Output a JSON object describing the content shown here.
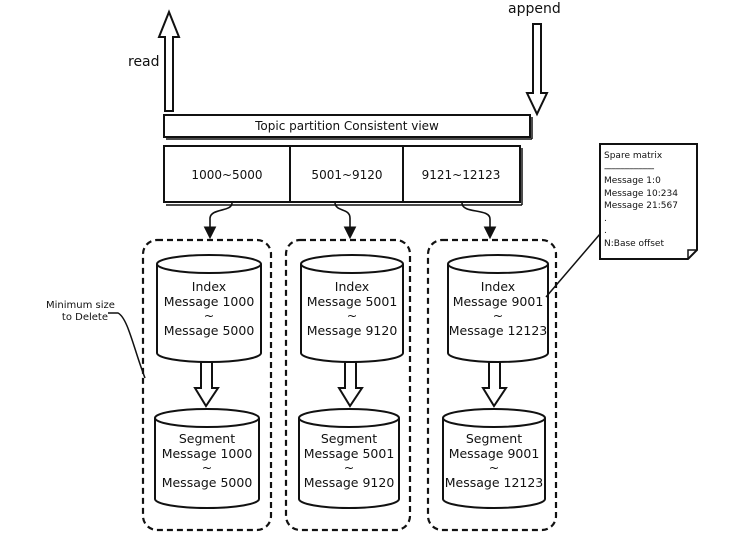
{
  "labels": {
    "read": "read",
    "append": "append",
    "top_bar": "Topic partition Consistent view",
    "min_size": [
      "Minimum size",
      "to Delete"
    ]
  },
  "ranges": [
    "1000~5000",
    "5001~9120",
    "9121~12123"
  ],
  "groups": [
    {
      "index": {
        "title": "Index",
        "from": "Message 1000",
        "sep": "~",
        "to": "Message 5000"
      },
      "segment": {
        "title": "Segment",
        "from": "Message 1000",
        "sep": "~",
        "to": "Message 5000"
      }
    },
    {
      "index": {
        "title": "Index",
        "from": "Message 5001",
        "sep": "~",
        "to": "Message 9120"
      },
      "segment": {
        "title": "Segment",
        "from": "Message 5001",
        "sep": "~",
        "to": "Message 9120"
      }
    },
    {
      "index": {
        "title": "Index",
        "from": "Message 9001",
        "sep": "~",
        "to": "Message 12123"
      },
      "segment": {
        "title": "Segment",
        "from": "Message 9001",
        "sep": "~",
        "to": "Message 12123"
      }
    }
  ],
  "sparse_matrix": {
    "title": "Spare matrix",
    "divider": "----------------------",
    "rows": [
      "Message 1:0",
      "Message 10:234",
      "Message 21:567",
      ".",
      ".",
      "N:Base offset"
    ]
  }
}
